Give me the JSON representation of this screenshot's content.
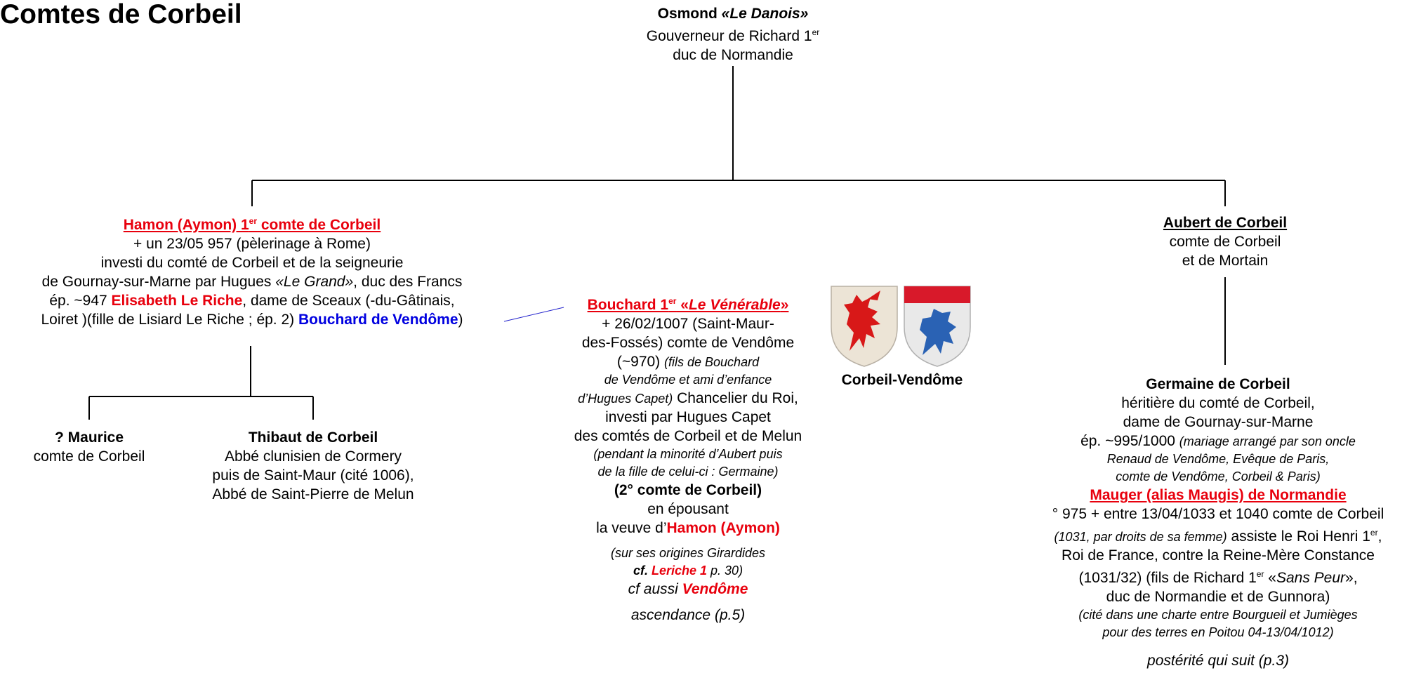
{
  "page_title": "Comtes de Corbeil",
  "root": {
    "name": "Osmond",
    "nickname": "«Le Danois»",
    "line1": "Gouverneur de Richard 1",
    "line1_sup": "er",
    "line2": "duc de Normandie"
  },
  "hamon": {
    "title_a": "Hamon (Aymon) 1",
    "title_sup": "er",
    "title_b": " comte de Corbeil",
    "l1": "+ un 23/05 957 (pèlerinage à Rome)",
    "l2": "investi du comté de Corbeil et de la seigneurie",
    "l3a": "de Gournay-sur-Marne par Hugues ",
    "l3b": "«Le Grand»",
    "l3c": ", duc des Francs",
    "l4a": "ép. ~947 ",
    "l4b": "Elisabeth Le Riche",
    "l4c": ", dame de Sceaux (-du-Gâtinais,",
    "l5a": "Loiret )(fille de Lisiard Le Riche ; ép. 2) ",
    "l5b": "Bouchard de Vendôme",
    "l5c": ")"
  },
  "maurice": {
    "name": "? Maurice",
    "l1": "comte de Corbeil"
  },
  "thibaut": {
    "name": "Thibaut de Corbeil",
    "l1": "Abbé clunisien de Cormery",
    "l2": "puis de Saint-Maur (cité 1006),",
    "l3": "Abbé de Saint-Pierre de Melun"
  },
  "bouchard": {
    "t1": "Bouchard 1",
    "t_sup": "er",
    "t2": " «",
    "t3": "Le Vénérable",
    "t4": "»",
    "l1": "+ 26/02/1007 (Saint-Maur-",
    "l2": "des-Fossés) comte de Vendôme",
    "l3a": "(~970) ",
    "l3b": "(fils de Bouchard",
    "l4": "de Vendôme et ami d’enfance",
    "l5a": "d’Hugues Capet)",
    "l5b": " Chancelier du Roi,",
    "l6": "investi par Hugues Capet",
    "l7": "des comtés de Corbeil et de Melun",
    "l8": "(pendant la minorité d’Aubert puis",
    "l9": "de la fille de celui-ci : Germaine)",
    "l10": "(2° comte de Corbeil)",
    "l11": "en épousant",
    "l12a": "la veuve d’",
    "l12b": "Hamon (Aymon)",
    "n1": "(sur ses origines Girardides",
    "n2a": "cf.",
    "n2b": "Leriche 1",
    "n2c": "p. 30)",
    "n3a": "cf aussi ",
    "n3b": "Vendôme",
    "n4": "ascendance (p.5)"
  },
  "arms_caption": "Corbeil-Vendôme",
  "aubert": {
    "name": "Aubert de Corbeil",
    "l1": "comte de Corbeil",
    "l2": "et de Mortain"
  },
  "germaine": {
    "name": "Germaine de Corbeil",
    "l1": "héritière du comté de Corbeil,",
    "l2": "dame de Gournay-sur-Marne",
    "l3a": "ép. ~995/1000 ",
    "l3b": "(mariage arrangé par son oncle",
    "l4": "Renaud de Vendôme, Evêque de Paris,",
    "l5": "comte de Vendôme, Corbeil & Paris)",
    "spouse": "Mauger (alias Maugis) de Normandie",
    "l6": "° 975 + entre 13/04/1033 et 1040 comte de Corbeil",
    "l7a": "(1031, par droits de sa femme)",
    "l7b": " assiste le Roi Henri 1",
    "l7sup": "er",
    "l7c": ",",
    "l8": "Roi de France, contre la Reine-Mère Constance",
    "l9a": "(1031/32) (fils de Richard 1",
    "l9sup": "er",
    "l9b": " «",
    "l9c": "Sans Peur",
    "l9d": "»,",
    "l10": "duc de Normandie et de Gunnora)",
    "l11": "(cité dans une charte entre Bourgueil et Jumièges",
    "l12": "pour des terres en Poitou 04-13/04/1012)",
    "l13": "postérité qui suit (p.3)"
  },
  "colors": {
    "red": "#e8000d",
    "blue": "#0000e0",
    "shield_gold": "#ece4d6",
    "shield_silver": "#e9e9e9",
    "lion_red": "#d81818",
    "lion_blue": "#2a62b4",
    "chief_red": "#d8192a"
  },
  "icons": [
    "shield-corbeil-icon",
    "shield-vendome-icon"
  ]
}
